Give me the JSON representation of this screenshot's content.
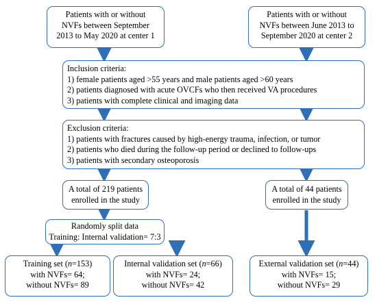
{
  "center1": {
    "lines": [
      "Patients with or without",
      "NVFs between September",
      "2013 to May 2020 at center 1"
    ]
  },
  "center2": {
    "lines": [
      "Patients with or without",
      "NVFs between June 2013 to",
      "September 2020 at center 2"
    ]
  },
  "inclusion": {
    "title": "Inclusion criteria:",
    "items": [
      "1) female patients aged >55 years and male patients aged >60 years",
      "2) patients diagnosed with acute OVCFs who then received VA procedures",
      "3) patients with complete clinical and imaging data"
    ]
  },
  "exclusion": {
    "title": "Exclusion criteria:",
    "items": [
      "1) patients with fractures caused by high-energy trauma, infection, or tumor",
      "2) patients who died during the follow-up period or declined to follow-ups",
      "3) patients with secondary osteoporosis"
    ]
  },
  "total_center1": {
    "lines": [
      "A total of 219 patients",
      "enrolled in the study"
    ]
  },
  "total_center2": {
    "lines": [
      "A total of 44 patients",
      "enrolled in the study"
    ]
  },
  "split": {
    "lines": [
      "Randomly split data",
      "Training: Internal validation= 7:3"
    ]
  },
  "training": {
    "name": "Training set (",
    "n_var": "n",
    "n_val": "=153)",
    "line2": "with NVFs= 64;",
    "line3": "without NVFs= 89"
  },
  "internal": {
    "name": "Internal validation set (",
    "n_var": "n",
    "n_val": "=66)",
    "line2": "with NVFs= 24;",
    "line3": "without NVFs= 42"
  },
  "external": {
    "name": "External validation set (",
    "n_var": "n",
    "n_val": "=44)",
    "line2": "with NVFs= 15;",
    "line3": "without NVFs= 29"
  },
  "colors": {
    "box_border": "#2f6fb7",
    "arrow": "#2f6fb7"
  }
}
